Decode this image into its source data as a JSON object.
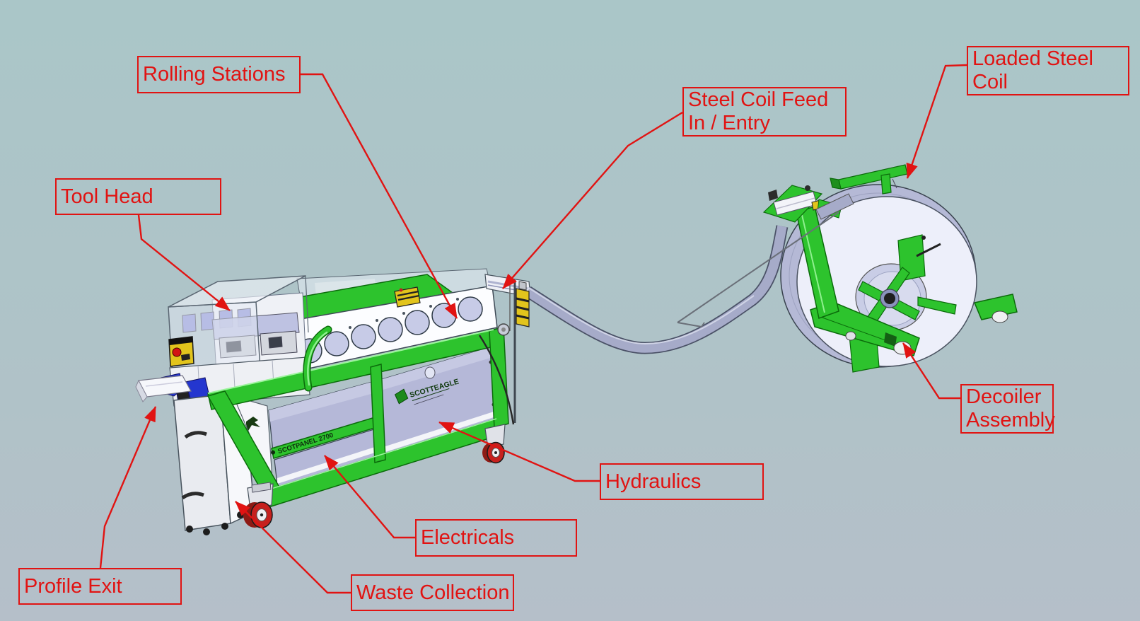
{
  "colors": {
    "anno": "#e11312",
    "bg_top": "#aac6c8",
    "bg_mid": "#afc3c8",
    "bg_bottom": "#b5bfc9",
    "machine_green": "#2dc32d",
    "green_dark": "#0b6b0b",
    "panel_lavender": "#b5b8d8",
    "roller_lavender": "#c7cbe7",
    "coil_face": "#edeffa",
    "coil_rim": "#b5b9d6",
    "strip": "#a6abc9",
    "caster_red": "#c6211e",
    "estop_yellow": "#e2c41c",
    "clamp_blue": "#2436cf"
  },
  "labels": {
    "rolling_stations": {
      "text": "Rolling Stations"
    },
    "tool_head": {
      "text": "Tool Head"
    },
    "steel_coil_feed": {
      "line1": "Steel Coil Feed",
      "line2": "In / Entry"
    },
    "loaded_steel_coil": {
      "line1": "Loaded Steel",
      "line2": "Coil"
    },
    "decoiler_assembly": {
      "line1": "Decoiler",
      "line2": "Assembly"
    },
    "hydraulics": {
      "text": "Hydraulics"
    },
    "electricals": {
      "text": "Electricals"
    },
    "waste_collection": {
      "text": "Waste Collection"
    },
    "profile_exit": {
      "text": "Profile Exit"
    }
  },
  "machine": {
    "brand_text": "SCOTTEAGLE",
    "model_text": "SCOTPANEL 2700"
  }
}
